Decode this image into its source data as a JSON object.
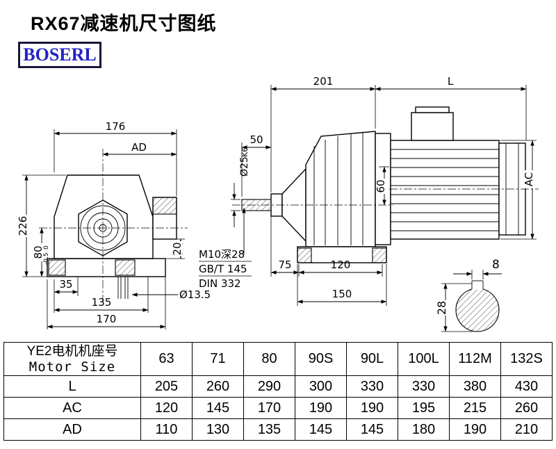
{
  "header": {
    "title": "RX67减速机尺寸图纸",
    "logo": "BOSERL"
  },
  "front_view": {
    "dim_176": "176",
    "dim_AD": "AD",
    "dim_226": "226",
    "dim_80": "80",
    "tol_upper": "0",
    "tol_lower": "-0.5",
    "dim_20": "20",
    "dim_35": "35",
    "dim_135": "135",
    "dim_170": "170",
    "dim_hole": "Ø13.5"
  },
  "side_view": {
    "dim_201": "201",
    "dim_L": "L",
    "dim_50": "50",
    "dim_shaft_dia": "Ø25",
    "dim_shaft_fit": "K6",
    "dim_60": "60",
    "dim_AC": "AC",
    "note_thread": "M10深28",
    "note_gb": "GB/T 145",
    "note_din": "DIN 332",
    "dim_75": "75",
    "dim_120": "120",
    "dim_150": "150"
  },
  "key_section": {
    "dim_key_width": "8",
    "dim_28": "28"
  },
  "table": {
    "motor_header_cn": "YE2电机机座号",
    "motor_header_en": "Motor Size",
    "sizes": [
      "63",
      "71",
      "80",
      "90S",
      "90L",
      "100L",
      "112M",
      "132S"
    ],
    "rows": [
      {
        "label": "L",
        "values": [
          "205",
          "260",
          "290",
          "300",
          "330",
          "330",
          "380",
          "430"
        ]
      },
      {
        "label": "AC",
        "values": [
          "120",
          "145",
          "170",
          "190",
          "190",
          "195",
          "215",
          "260"
        ]
      },
      {
        "label": "AD",
        "values": [
          "110",
          "130",
          "135",
          "145",
          "145",
          "180",
          "190",
          "210"
        ]
      }
    ]
  }
}
